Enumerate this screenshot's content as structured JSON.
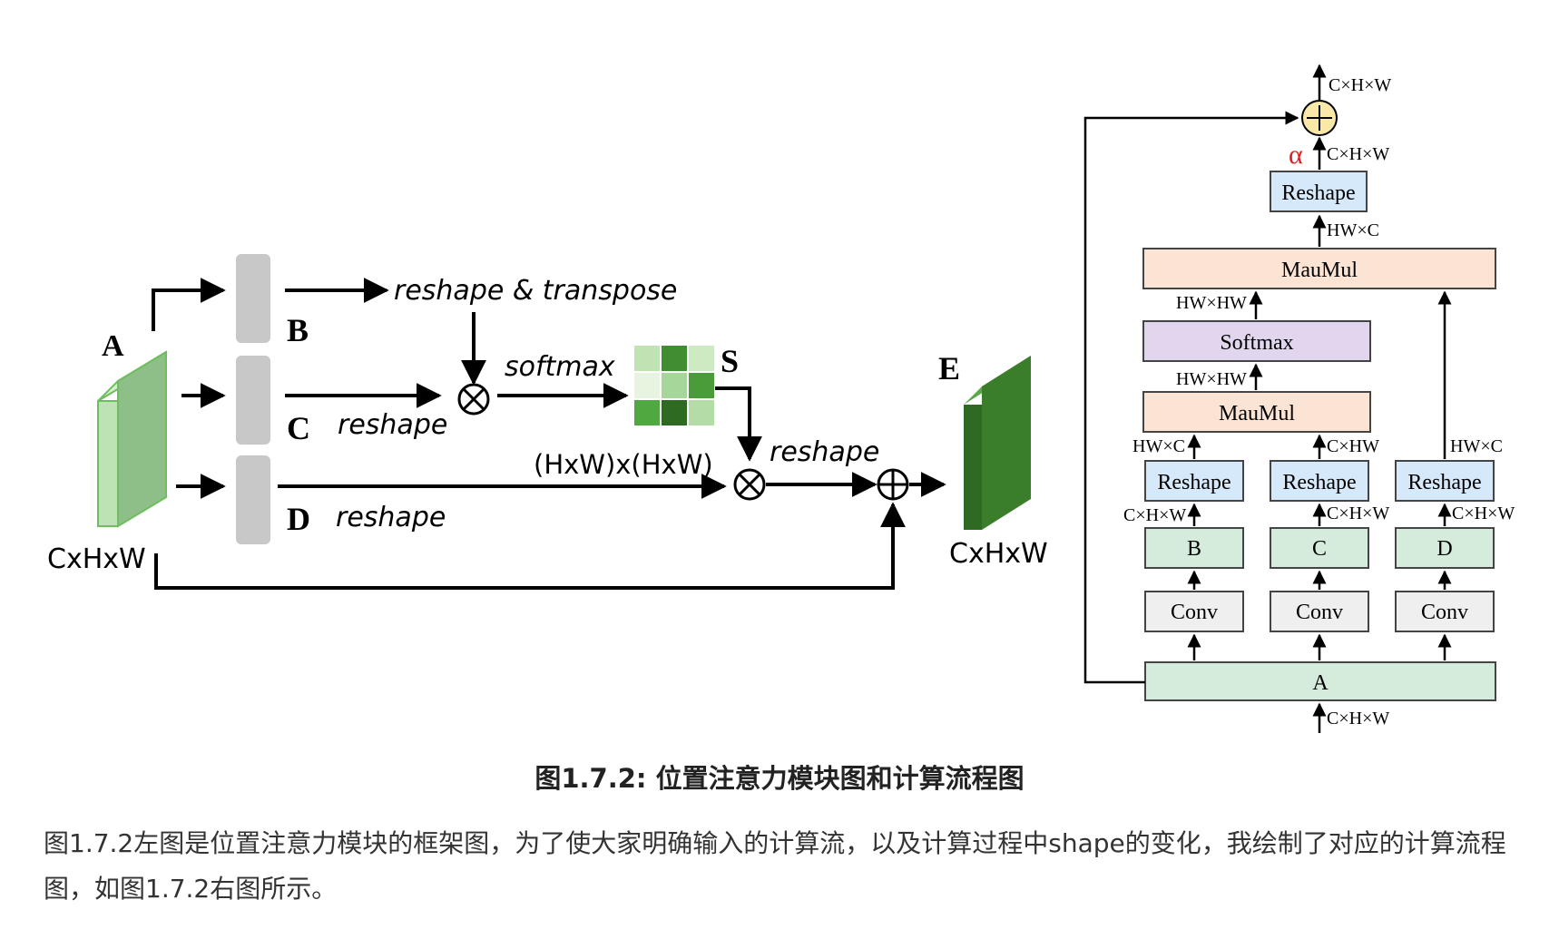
{
  "left_diagram": {
    "labels": {
      "A": "A",
      "B": "B",
      "C": "C",
      "D": "D",
      "S": "S",
      "E": "E",
      "input_dims": "CxHxW",
      "output_dims": "CxHxW",
      "reshape_transpose": "reshape & transpose",
      "softmax": "softmax",
      "reshape_c": "reshape",
      "reshape_d": "reshape",
      "reshape_s": "reshape",
      "hxw_hxw": "(HxW)x(HxW)"
    },
    "ops": {
      "multiply": "⊗",
      "add": "⊕"
    },
    "colors": {
      "light_green": "#bde3b5",
      "dark_green": "#3a7d2a",
      "gray_block": "#c8c8c8"
    }
  },
  "right_diagram": {
    "boxes": {
      "reshape_top": "Reshape",
      "maumul_top": "MauMul",
      "softmax": "Softmax",
      "maumul_mid": "MauMul",
      "reshape_b": "Reshape",
      "reshape_c": "Reshape",
      "reshape_d": "Reshape",
      "b": "B",
      "c": "C",
      "d": "D",
      "conv_b": "Conv",
      "conv_c": "Conv",
      "conv_d": "Conv",
      "a": "A"
    },
    "dims": {
      "out_top": "C×H×W",
      "after_add": "C×H×W",
      "alpha": "α",
      "hw_c_top": "HW×C",
      "hw_hw_1": "HW×HW",
      "hw_hw_2": "HW×HW",
      "hw_c_left": "HW×C",
      "c_hw": "C×HW",
      "hw_c_right": "HW×C",
      "chw_b": "C×H×W",
      "chw_c": "C×H×W",
      "chw_d": "C×H×W",
      "chw_in": "C×H×W"
    },
    "add_symbol": "+",
    "colors": {
      "blue": "#d6e9fb",
      "peach": "#fce4d4",
      "purple": "#e2d6ee",
      "mint": "#d5ecdd",
      "gray": "#efefef",
      "adder": "#f9e8a8",
      "alpha": "#e02020"
    }
  },
  "caption": "图1.7.2: 位置注意力模块图和计算流程图",
  "paragraph": "图1.7.2左图是位置注意力模块的框架图，为了使大家明确输入的计算流，以及计算过程中shape的变化，我绘制了对应的计算流程图，如图1.7.2右图所示。"
}
